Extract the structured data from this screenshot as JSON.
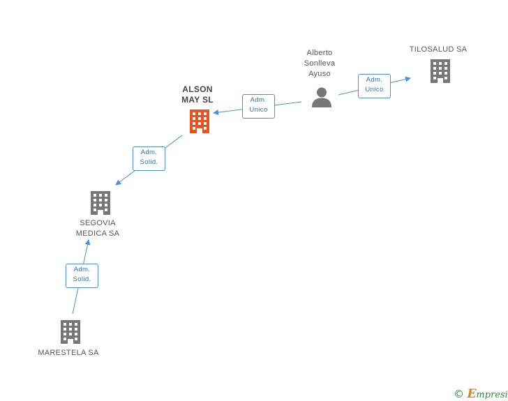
{
  "nodes": {
    "alson": {
      "line1": "ALSON",
      "line2": "MAY SL",
      "color": "#e8531f"
    },
    "person": {
      "line1": "Alberto",
      "line2": "Sonlleva",
      "line3": "Ayuso",
      "color": "#777777"
    },
    "tilosalud": {
      "line1": "TILOSALUD SA",
      "color": "#777777"
    },
    "segovia": {
      "line1": "SEGOVIA",
      "line2": "MEDICA SA",
      "color": "#777777"
    },
    "marestela": {
      "line1": "MARESTELA SA",
      "color": "#777777"
    }
  },
  "edges": {
    "person_to_alson": {
      "line1": "Adm.",
      "line2": "Unico"
    },
    "person_to_tilosalud": {
      "line1": "Adm.",
      "line2": "Unico"
    },
    "alson_to_segovia": {
      "line1": "Adm.",
      "line2": "Solid."
    },
    "marestela_to_segovia": {
      "line1": "Adm.",
      "line2": "Solid."
    }
  },
  "edge_color": "#4a8fd8",
  "brand": {
    "copyright": "©",
    "initial": "E",
    "rest": "mpresia"
  },
  "icons": {
    "building": "building-icon",
    "person": "person-icon"
  }
}
